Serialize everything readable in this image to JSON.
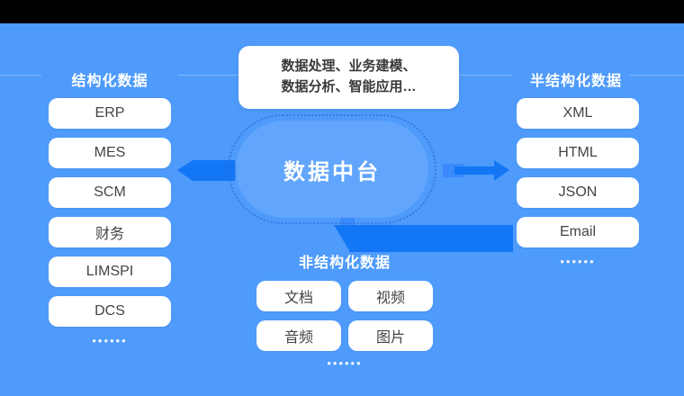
{
  "callout": {
    "line1": "数据处理、业务建模、",
    "line2": "数据分析、智能应用…"
  },
  "center": {
    "label": "数据中台"
  },
  "sections": {
    "structured": {
      "title": "结构化数据",
      "items": [
        "ERP",
        "MES",
        "SCM",
        "财务",
        "LIMSPI",
        "DCS"
      ],
      "more": "••••••"
    },
    "semi_structured": {
      "title": "半结构化数据",
      "items": [
        "XML",
        "HTML",
        "JSON",
        "Email"
      ],
      "more": "••••••"
    },
    "unstructured": {
      "title": "非结构化数据",
      "items": [
        "文档",
        "视频",
        "音频",
        "图片"
      ],
      "more": "••••••"
    }
  },
  "colors": {
    "background": "#4e9bfb",
    "oval_fill": "#61a6fc",
    "arrow": "#1276f5",
    "arrow_tail": "#3a8afc",
    "pill_bg": "#ffffff",
    "pill_text": "#444444",
    "title_text": "#ffffff",
    "topbar": "#000000"
  }
}
